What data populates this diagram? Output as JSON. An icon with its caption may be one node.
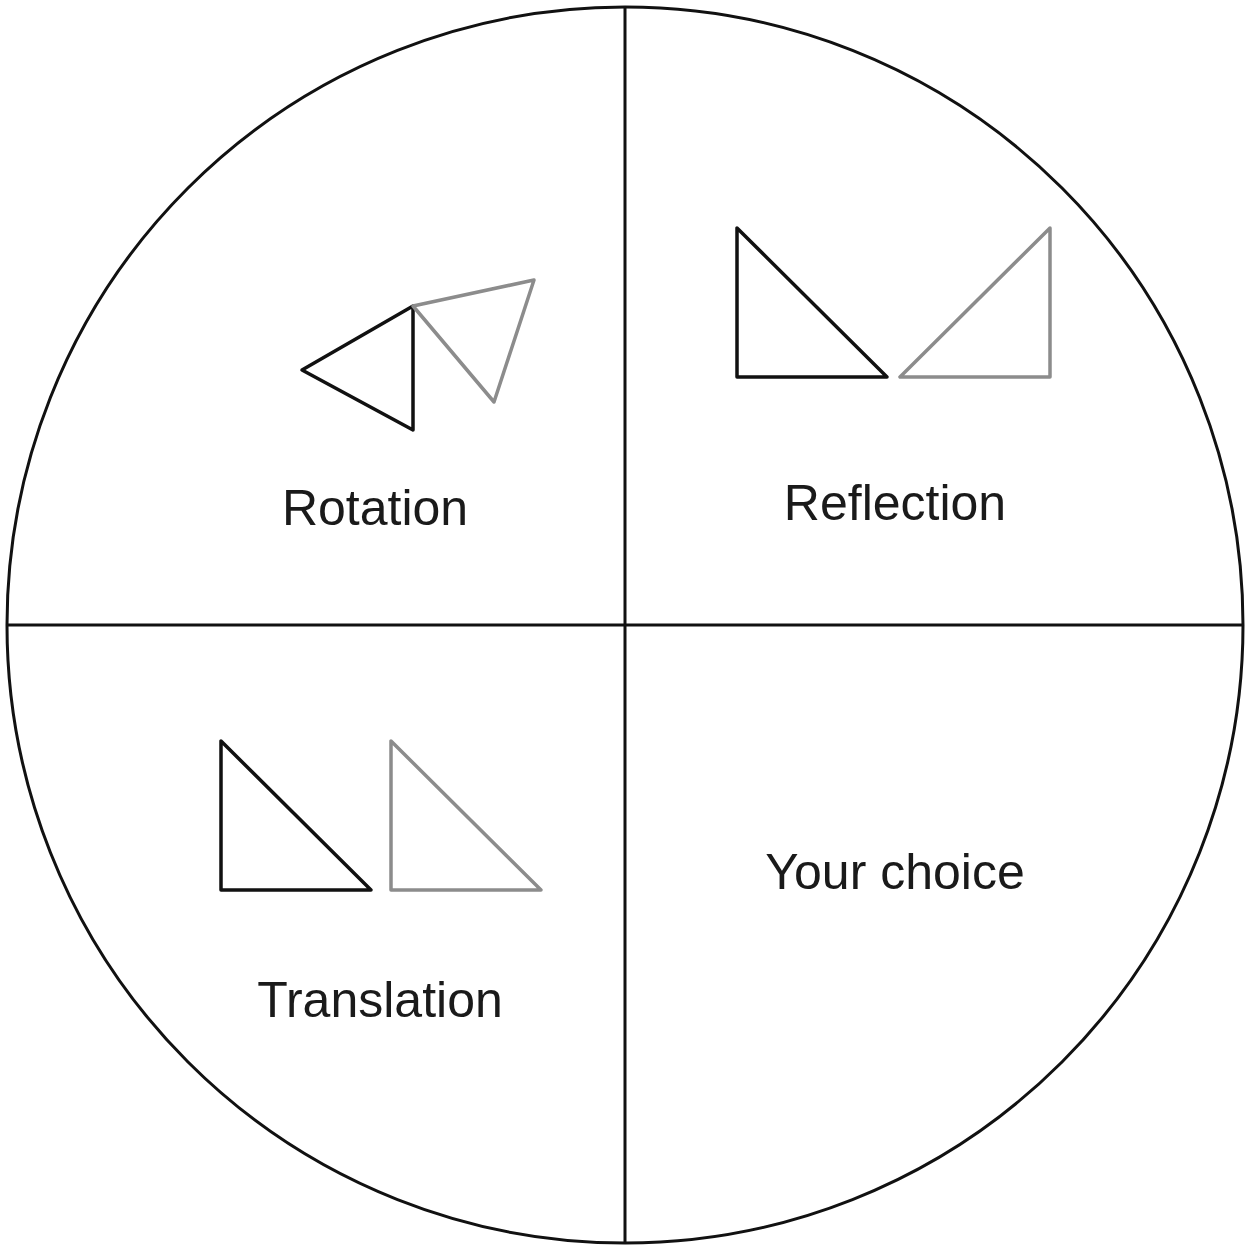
{
  "diagram": {
    "nodes": [
      {
        "text": [],
        "shape": "circle"
      },
      {
        "text": [
          "Rotation"
        ],
        "in": 0
      },
      {
        "text": [
          "Reflection"
        ],
        "in": 0
      },
      {
        "text": [
          "Translation"
        ],
        "in": 0
      },
      {
        "text": [
          "Your choice"
        ],
        "in": 0
      }
    ]
  }
}
